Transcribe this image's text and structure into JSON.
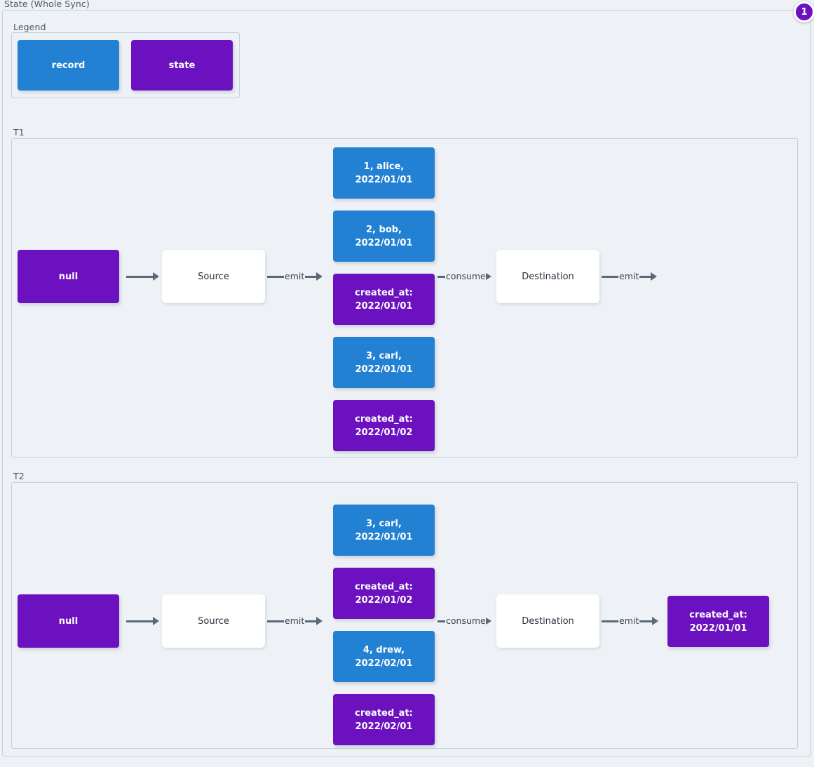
{
  "root": {
    "label": "State (Whole Sync)",
    "badge": "1"
  },
  "legend": {
    "label": "Legend",
    "items": [
      {
        "text": "record",
        "kind": "record"
      },
      {
        "text": "state",
        "kind": "state"
      }
    ]
  },
  "colors": {
    "record": "#2381d3",
    "state": "#6b11bf",
    "plain": "#ffffff",
    "edge": "#5a6877",
    "background": "#eef1f5",
    "frame_border": "#c3d0dc",
    "label_text": "#4b5a68",
    "badge": "#6b11bf"
  },
  "t1": {
    "label": "T1",
    "initial_state": "null",
    "source": "Source",
    "destination": "Destination",
    "edges": {
      "state_to_source": "",
      "source_emit": "emit",
      "consume": "consume",
      "dest_emit": "emit"
    },
    "stream": [
      {
        "kind": "record",
        "text": "1, alice, 2022/01/01"
      },
      {
        "kind": "record",
        "text": "2, bob, 2022/01/01"
      },
      {
        "kind": "state",
        "text": "created_at:\n2022/01/01"
      },
      {
        "kind": "record",
        "text": "3, carl, 2022/01/01"
      },
      {
        "kind": "state",
        "text": "created_at:\n2022/01/02"
      }
    ],
    "final_state": null
  },
  "t2": {
    "label": "T2",
    "initial_state": "null",
    "source": "Source",
    "destination": "Destination",
    "edges": {
      "state_to_source": "",
      "source_emit": "emit",
      "consume": "consume",
      "dest_emit": "emit"
    },
    "stream": [
      {
        "kind": "record",
        "text": "3, carl, 2022/01/01"
      },
      {
        "kind": "state",
        "text": "created_at:\n2022/01/02"
      },
      {
        "kind": "record",
        "text": "4, drew, 2022/02/01"
      },
      {
        "kind": "state",
        "text": "created_at:\n2022/02/01"
      }
    ],
    "final_state": "created_at:\n2022/01/01"
  }
}
